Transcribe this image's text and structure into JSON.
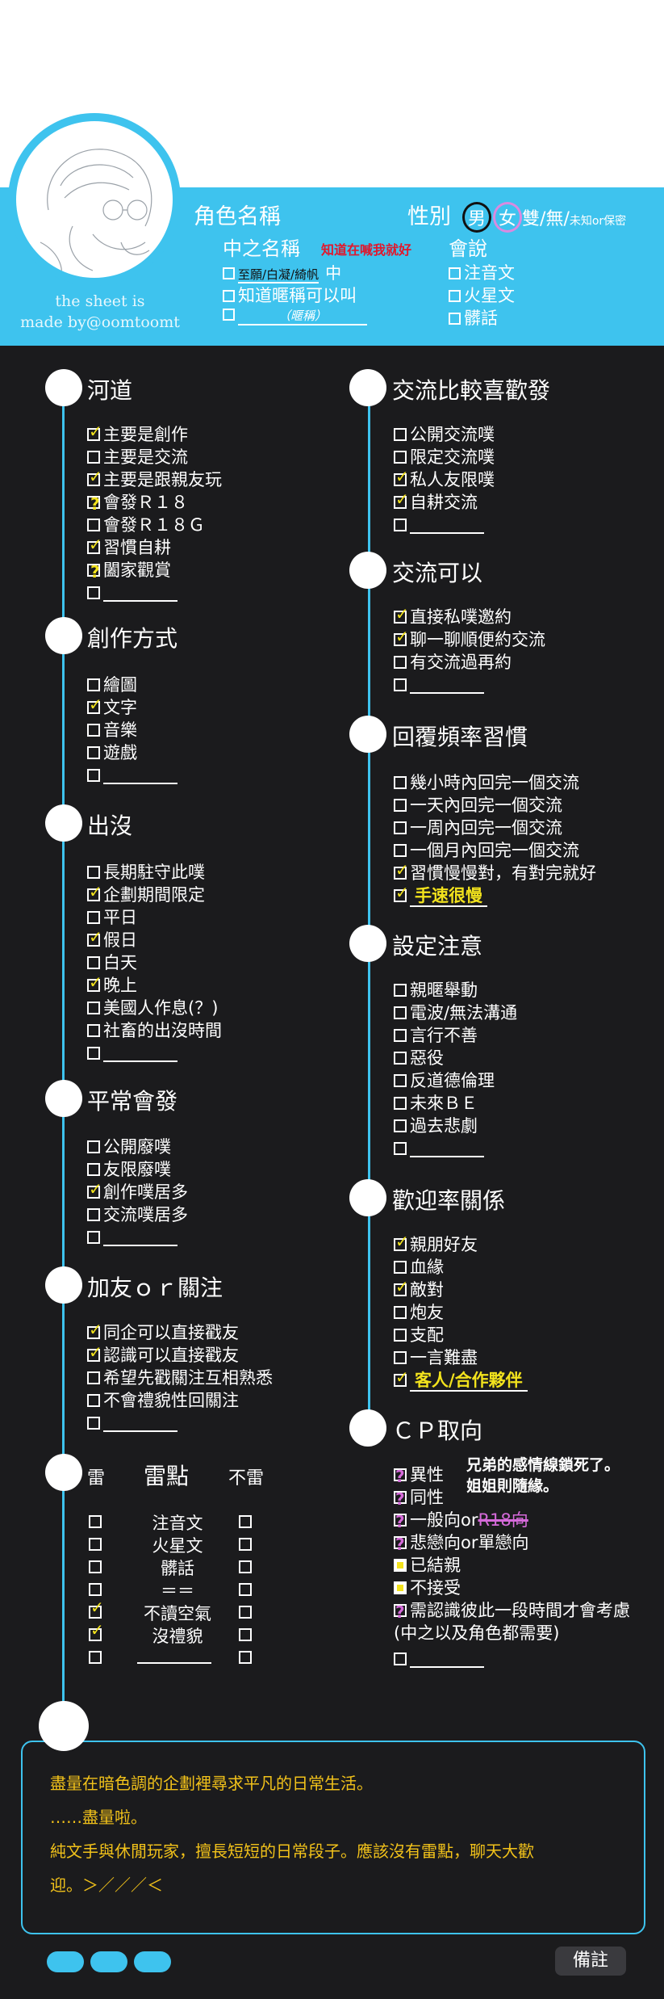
{
  "header": {
    "role_name": "角色名稱",
    "gender_label": "性別",
    "gender_male": "男",
    "gender_female": "女",
    "gender_rest": "雙/無/",
    "gender_unknown": "未知or保密",
    "chinese_name": "中之名稱",
    "chinese_name_note": "知道在喊我就好",
    "name_opt1": "至願/白凝/綺帆",
    "name_opt1_suffix": "中",
    "name_opt2": "知道暱稱可以叫",
    "name_opt3_blank": "（暱稱）",
    "speak_label": "會說",
    "speak_opts": [
      "注音文",
      "火星文",
      "髒話"
    ],
    "credit_line1": "the sheet is",
    "credit_line2": "made by@oomtoomt"
  },
  "sections": {
    "channel": {
      "title": "河道",
      "items": [
        "主要是創作",
        "主要是交流",
        "主要是跟親友玩",
        "會發Ｒ１８",
        "會發Ｒ１８Ｇ",
        "習慣自耕",
        "闔家觀賞"
      ]
    },
    "create": {
      "title": "創作方式",
      "items": [
        "繪圖",
        "文字",
        "音樂",
        "遊戲"
      ]
    },
    "appear": {
      "title": "出沒",
      "items": [
        "長期駐守此噗",
        "企劃期間限定",
        "平日",
        "假日",
        "白天",
        "晚上",
        "美國人作息(？)",
        "社畜的出沒時間"
      ]
    },
    "usual": {
      "title": "平常會發",
      "items": [
        "公開廢噗",
        "友限廢噗",
        "創作噗居多",
        "交流噗居多"
      ]
    },
    "follow": {
      "title": "加友ｏｒ關注",
      "items": [
        "同企可以直接戳友",
        "認識可以直接戳友",
        "希望先戳關注互相熟悉",
        "不會禮貌性回關注"
      ]
    },
    "mine": {
      "title_left": "雷",
      "title_mid": "雷點",
      "title_right": "不雷",
      "items": [
        "注音文",
        "火星文",
        "髒話",
        "＝＝",
        "不讀空氣",
        "沒禮貌"
      ]
    },
    "prefer": {
      "title": "交流比較喜歡發",
      "items": [
        "公開交流噗",
        "限定交流噗",
        "私人友限噗",
        "自耕交流"
      ]
    },
    "can": {
      "title": "交流可以",
      "items": [
        "直接私噗邀約",
        "聊一聊順便約交流",
        "有交流過再約"
      ]
    },
    "reply": {
      "title": "回覆頻率習慣",
      "items": [
        "幾小時內回完一個交流",
        "一天內回完一個交流",
        "一周內回完一個交流",
        "一個月內回完一個交流",
        "習慣慢慢對，有對完就好"
      ],
      "extra": "手速很慢"
    },
    "notice": {
      "title": "設定注意",
      "items": [
        "親暱舉動",
        "電波/無法溝通",
        "言行不善",
        "惡役",
        "反道德倫理",
        "未來ＢＥ",
        "過去悲劇"
      ]
    },
    "relation": {
      "title": "歡迎率關係",
      "items": [
        "親朋好友",
        "血緣",
        "敵對",
        "炮友",
        "支配",
        "一言難盡"
      ],
      "extra": "客人/合作夥伴"
    },
    "cp": {
      "title": "ＣＰ取向",
      "note1": "兄弟的感情線鎖死了。",
      "note2": "姐姐則隨緣。",
      "items": [
        "異性",
        "同性",
        "一般向or",
        "悲戀向or單戀向",
        "已結親",
        "不接受",
        "需認識彼此一段時間才會考慮",
        "(中之以及角色都需要)"
      ],
      "struck": "R18向"
    }
  },
  "remarks": {
    "lines": [
      "盡量在暗色調的企劃裡尋求平凡的日常生活。",
      "……盡量啦。",
      "純文手與休閒玩家，擅長短短的日常段子。應該沒有雷點，聊天大歡",
      "迎。＞／／／＜"
    ],
    "tab": "備註"
  },
  "colors": {
    "accent": "#3ec3ee",
    "panel": "#1b1b1d",
    "highlight": "#f2e21d",
    "alert": "#e0182d"
  }
}
